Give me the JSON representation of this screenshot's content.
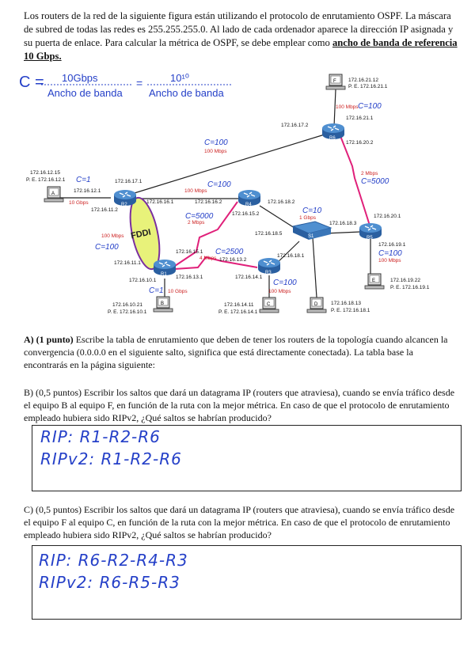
{
  "intro": {
    "text": "Los routers de la red de la siguiente figura están utilizando el protocolo de enrutamiento OSPF. La máscara de subred de todas las redes es 255.255.255.0. Al lado de cada ordenador aparece la dirección IP asignada y su puerta de enlace. Para calcular la métrica de OSPF, se debe emplear como ",
    "ref": "ancho de banda de referencia 10 Gbps."
  },
  "handwriting": {
    "formula_c": "C =",
    "num1": "10Gbps",
    "den1": "Ancho de banda",
    "eq": "=",
    "num2": "10¹⁰",
    "den2": "Ancho de banda",
    "c_r6_f": "C=100",
    "c_r2_r6": "C=100",
    "c_r6_r5": "C=5000",
    "c_pca": "C=1",
    "c_r2_r4": "C=100",
    "c_r2_r1_link": "C=5000",
    "c_fddi": "C=100",
    "c_r4_s1": "C=10",
    "c_r1_r3": "C=2500",
    "c_r3_s1": "C=100",
    "c_r5_e": "C=100",
    "c_r1_b": "C=1"
  },
  "network": {
    "F": {
      "label": "F",
      "ip": "172.16.21.12",
      "gw": "P. E. 172.16.21.1"
    },
    "A": {
      "label": "A",
      "ip": "172.16.12.15",
      "gw": "P. E. 172.16.12.1"
    },
    "B": {
      "label": "B",
      "ip": "172.16.10.21",
      "gw": "P. E. 172.16.10.1"
    },
    "C": {
      "label": "C",
      "ip": "172.16.14.11",
      "gw": "P. E. 172.16.14.1"
    },
    "D": {
      "label": "D",
      "ip": "172.16.18.13",
      "gw": "P. E. 172.16.18.1"
    },
    "E": {
      "label": "E",
      "ip": "172.16.19.22",
      "gw": "P. E. 172.16.19.1"
    },
    "routers": {
      "R1": "R1",
      "R2": "R2",
      "R3": "R3",
      "R4": "R4",
      "R5": "R5",
      "R6": "R6",
      "S1": "S1"
    },
    "ifaces": {
      "r6_f": "172.16.21.1",
      "r6_up": "172.16.17.2",
      "r6_r5": "172.16.20.2",
      "r2_r6": "172.16.17.1",
      "r2_a": "172.16.12.1",
      "r2_r4": "172.16.16.1",
      "r2_r1": "172.16.11.2",
      "r4_r2": "172.16.16.2",
      "r4_s1": "172.16.18.2",
      "r4_r1": "172.16.15.2",
      "s1_r5": "172.16.18.3",
      "s1_r4": "172.16.18.5",
      "s1_r3": "172.16.18.1",
      "r5_r6": "172.16.20.1",
      "r5_e": "172.16.19.1",
      "r1_r2": "172.16.11.1",
      "r1_r4": "172.16.15.1",
      "r1_r3": "172.16.13.1",
      "r1_b": "172.16.10.1",
      "r3_r1": "172.16.13.2",
      "r3_c": "172.16.14.1"
    },
    "bw": {
      "r6_f": "100 Mbps",
      "r2_r6": "100 Mbps",
      "r6_r5": "2 Mbps",
      "pc_a": "10 Gbps",
      "r2_r4": "100 Mbps",
      "r2_r1": "2 Mbps",
      "fddi": "100 Mbps",
      "r4_s1": "1 Gbps",
      "r1_r3": "4 Mbps",
      "r3_s1": "100 Mbps",
      "r5_e": "100 Mbps",
      "r1_b": "10 Gbps"
    },
    "fddi": "FDDI"
  },
  "questions": {
    "a_label": "A)",
    "a_points": "(1 punto)",
    "a_text": " Escribe la tabla de enrutamiento que deben de tener los routers de la topología cuando alcancen la convergencia (0.0.0.0 en el siguiente salto, significa que está directamente conectada). La tabla base la encontrarás en la página siguiente:",
    "b_label": "B)",
    "b_text": "(0,5 puntos) Escribir los saltos que dará un datagrama IP (routers que atraviesa), cuando se envía tráfico desde el equipo B al equipo F, en función de la ruta con la mejor métrica. En caso de que el protocolo de enrutamiento empleado hubiera sido RIPv2, ¿Qué saltos se habrían producido?",
    "b_ans1": "RIP: R1-R2-R6",
    "b_ans2": "RIPv2: R1-R2-R6",
    "c_label": "C)",
    "c_text": "(0,5 puntos) Escribir los saltos que dará un datagrama IP (routers que atraviesa), cuando se envía tráfico desde el equipo F al equipo C, en función de la ruta con la mejor métrica. En caso de que el protocolo de enrutamiento empleado hubiera sido RIPv2, ¿Qué saltos se habrían producido?",
    "c_ans1": "RIP: R6-R2-R4-R3",
    "c_ans2": "RIPv2: R6-R5-R3"
  }
}
